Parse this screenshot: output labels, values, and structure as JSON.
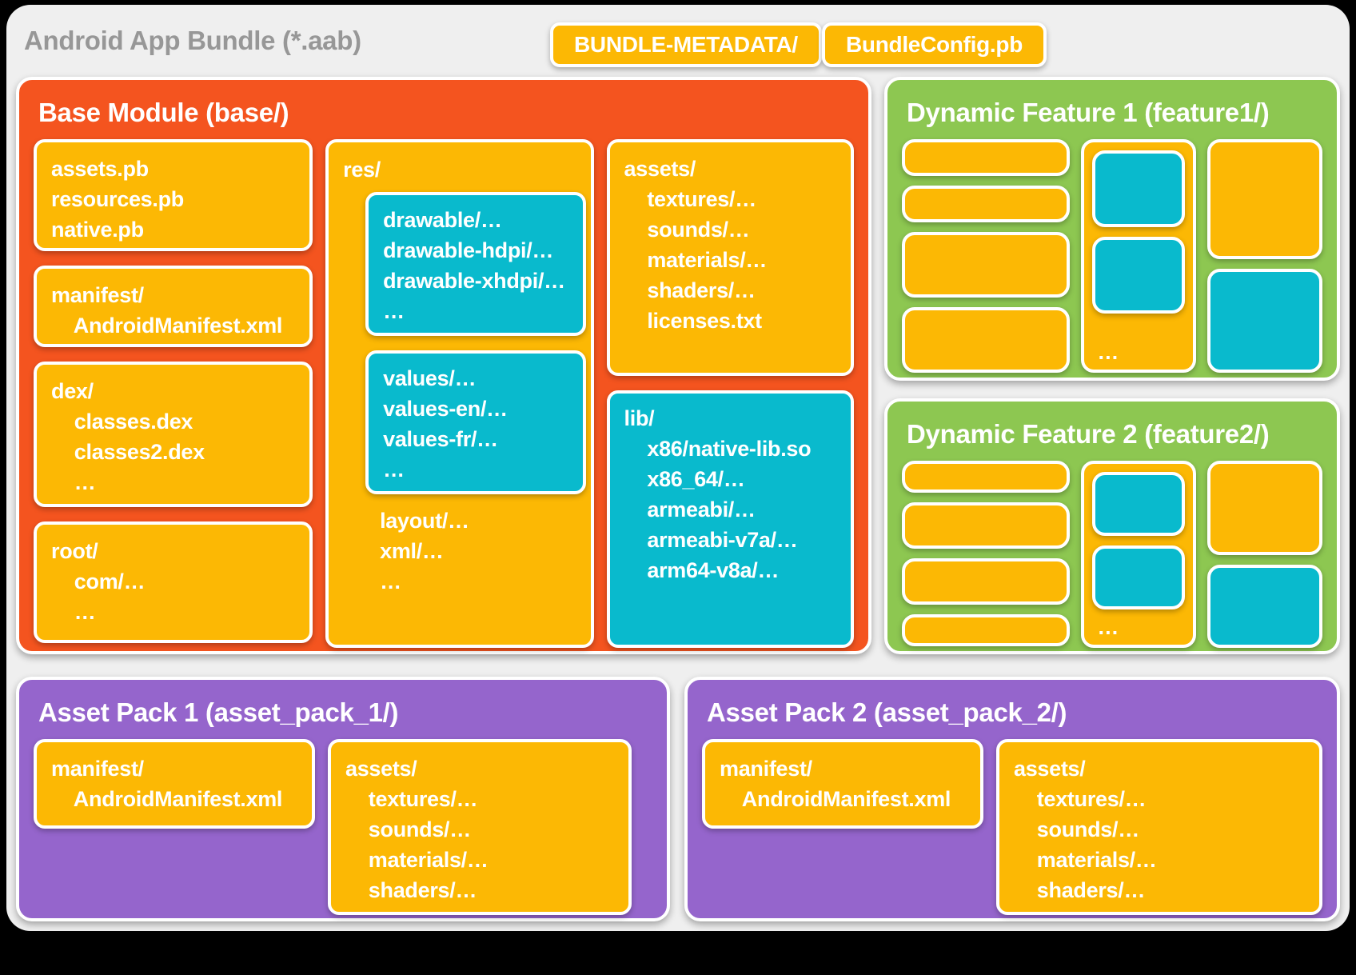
{
  "title": "Android App Bundle (*.aab)",
  "badges": {
    "metadata": "BUNDLE-METADATA/",
    "config": "BundleConfig.pb"
  },
  "colors": {
    "orange": "#F4541F",
    "yellow": "#FCB804",
    "cyan": "#09BACD",
    "green": "#8DC751",
    "purple": "#9565CC",
    "card_gray": "#EFEFEF",
    "title_gray": "#979797"
  },
  "base_module": {
    "title": "Base Module (base/)",
    "protos": {
      "lines": [
        "assets.pb",
        "resources.pb",
        "native.pb"
      ]
    },
    "manifest": {
      "lines": [
        "manifest/",
        "    AndroidManifest.xml"
      ]
    },
    "dex": {
      "lines": [
        "dex/",
        "    classes.dex",
        "    classes2.dex",
        "    …"
      ]
    },
    "root": {
      "lines": [
        "root/",
        "    com/…",
        "    …"
      ]
    },
    "res": {
      "label": "res/",
      "drawable": {
        "lines": [
          "drawable/…",
          "drawable-hdpi/…",
          "drawable-xhdpi/…",
          "…"
        ]
      },
      "values": {
        "lines": [
          "values/…",
          "values-en/…",
          "values-fr/…",
          "…"
        ]
      },
      "tail": {
        "lines": [
          "layout/…",
          "xml/…",
          "…"
        ]
      }
    },
    "assets": {
      "lines": [
        "assets/",
        "    textures/…",
        "    sounds/…",
        "    materials/…",
        "    shaders/…",
        "    licenses.txt"
      ]
    },
    "lib": {
      "lines": [
        "lib/",
        "    x86/native-lib.so",
        "    x86_64/…",
        "    armeabi/…",
        "    armeabi-v7a/…",
        "    arm64-v8a/…"
      ]
    }
  },
  "dynamic_features": [
    {
      "title": "Dynamic Feature 1 (feature1/)",
      "more": "…"
    },
    {
      "title": "Dynamic Feature 2 (feature2/)",
      "more": "…"
    }
  ],
  "asset_packs": [
    {
      "title": "Asset Pack 1 (asset_pack_1/)",
      "manifest": {
        "lines": [
          "manifest/",
          "    AndroidManifest.xml"
        ]
      },
      "assets": {
        "lines": [
          "assets/",
          "    textures/…",
          "    sounds/…",
          "    materials/…",
          "    shaders/…"
        ]
      }
    },
    {
      "title": "Asset Pack 2 (asset_pack_2/)",
      "manifest": {
        "lines": [
          "manifest/",
          "    AndroidManifest.xml"
        ]
      },
      "assets": {
        "lines": [
          "assets/",
          "    textures/…",
          "    sounds/…",
          "    materials/…",
          "    shaders/…"
        ]
      }
    }
  ]
}
